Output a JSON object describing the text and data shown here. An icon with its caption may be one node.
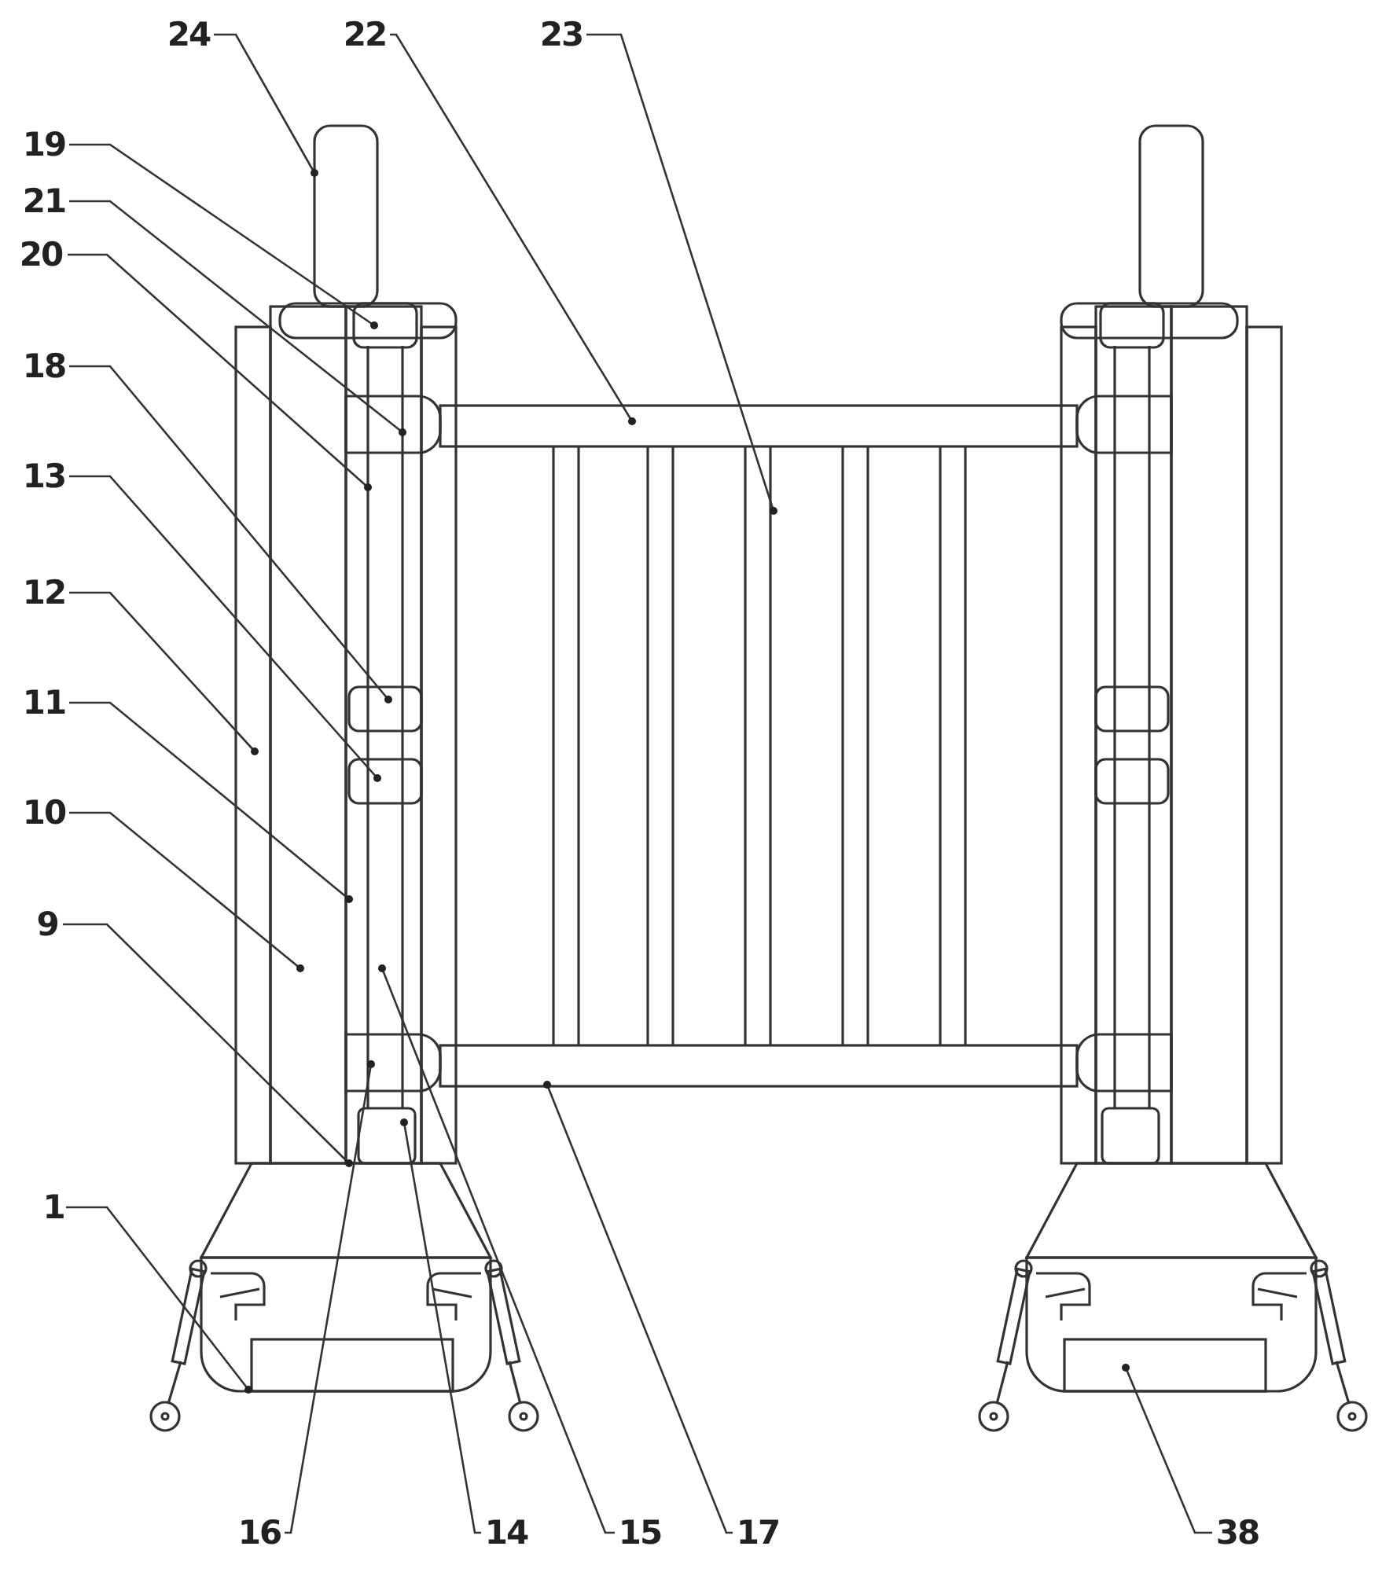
{
  "diagram": {
    "nodes": [
      {
        "text": [
          "24"
        ]
      },
      {
        "text": [
          "22"
        ]
      },
      {
        "text": [
          "23"
        ]
      },
      {
        "text": [
          "19"
        ]
      },
      {
        "text": [
          "21"
        ]
      },
      {
        "text": [
          "20"
        ]
      },
      {
        "text": [
          "18"
        ]
      },
      {
        "text": [
          "13"
        ]
      },
      {
        "text": [
          "12"
        ]
      },
      {
        "text": [
          "11"
        ]
      },
      {
        "text": [
          "10"
        ]
      },
      {
        "text": [
          "9"
        ]
      },
      {
        "text": [
          "1"
        ]
      },
      {
        "text": [
          "16"
        ]
      },
      {
        "text": [
          "14"
        ]
      },
      {
        "text": [
          "15"
        ]
      },
      {
        "text": [
          "17"
        ]
      },
      {
        "text": [
          "38"
        ]
      }
    ],
    "edges": [
      {
        "from": 0,
        "to": null,
        "arrow": "other"
      },
      {
        "from": 1,
        "to": null,
        "arrow": "other"
      },
      {
        "from": 2,
        "to": null,
        "arrow": "other"
      },
      {
        "from": 3,
        "to": null,
        "arrow": "other"
      },
      {
        "from": 4,
        "to": null,
        "arrow": "other"
      },
      {
        "from": 5,
        "to": null,
        "arrow": "other"
      },
      {
        "from": 6,
        "to": null,
        "arrow": "other"
      },
      {
        "from": 7,
        "to": null,
        "arrow": "other"
      },
      {
        "from": 8,
        "to": null,
        "arrow": "other"
      },
      {
        "from": 9,
        "to": null,
        "arrow": "other"
      },
      {
        "from": 10,
        "to": null,
        "arrow": "other"
      },
      {
        "from": 11,
        "to": null,
        "arrow": "other"
      },
      {
        "from": 12,
        "to": null,
        "arrow": "other"
      },
      {
        "from": 13,
        "to": null,
        "arrow": "other"
      },
      {
        "from": 14,
        "to": null,
        "arrow": "other"
      },
      {
        "from": 15,
        "to": null,
        "arrow": "other"
      },
      {
        "from": 16,
        "to": null,
        "arrow": "other"
      },
      {
        "from": 17,
        "to": null,
        "arrow": "other"
      }
    ]
  }
}
